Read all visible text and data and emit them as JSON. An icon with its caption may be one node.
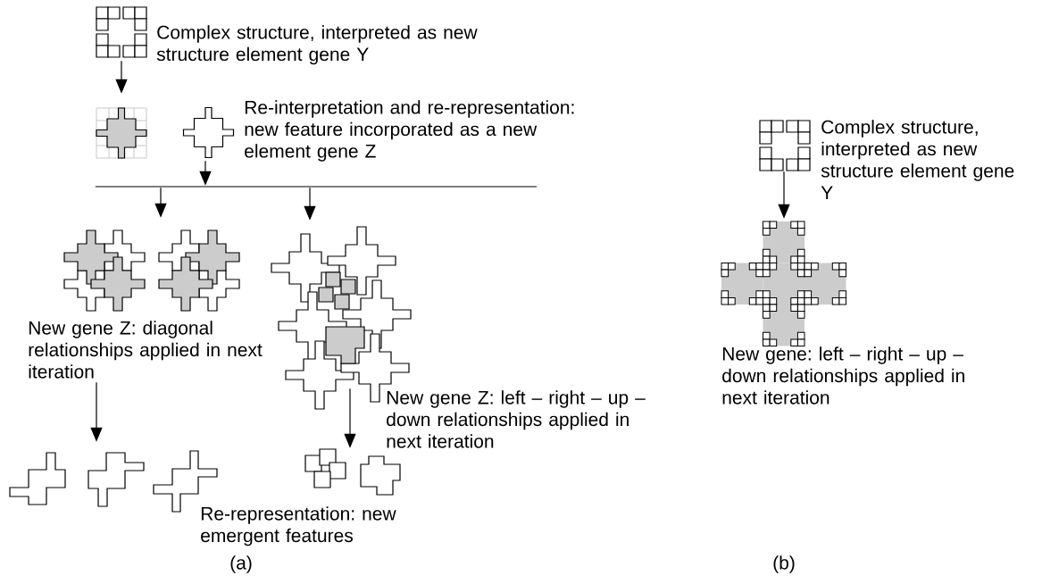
{
  "diagram": {
    "nodes": [
      {
        "text": [],
        "shape": "picture",
        "beside": [
          "Complex structure, interpreted as new structure element gene Y"
        ]
      },
      {
        "text": [],
        "shape": "picture"
      },
      {
        "text": [],
        "shape": "picture",
        "beside": [
          "Re-interpretation and re-representation: new feature incorporated as a new element gene Z"
        ]
      },
      {
        "text": [],
        "shape": "bar"
      },
      {
        "text": [],
        "shape": "picture",
        "beside": [
          "New gene Z: diagonal relationships applied in next iteration"
        ]
      },
      {
        "text": [],
        "shape": "picture",
        "beside": [
          "New gene Z: left – right – up – down relationships applied in next iteration"
        ]
      },
      {
        "text": [],
        "shape": "picture"
      },
      {
        "text": [],
        "shape": "picture"
      },
      {
        "text": [],
        "shape": "picture",
        "beside": [
          "Complex structure, interpreted as new structure element gene Y"
        ]
      },
      {
        "text": [],
        "shape": "picture",
        "beside": [
          "New gene: left – right – up – down relationships applied in next iteration"
        ]
      }
    ],
    "edges": [
      {
        "from": 0,
        "to": 1,
        "arrow": "to"
      },
      {
        "from": 2,
        "to": 3,
        "arrow": "to"
      },
      {
        "from": 3,
        "to": 4,
        "arrow": "to"
      },
      {
        "from": 3,
        "to": 5,
        "arrow": "to"
      },
      {
        "from": 4,
        "to": 6,
        "arrow": "to"
      },
      {
        "from": 5,
        "to": 7,
        "arrow": "to"
      },
      {
        "from": 8,
        "to": 9,
        "arrow": "to"
      }
    ],
    "labels": [
      "Re-representation: new emergent features",
      "(a)",
      "(b)"
    ]
  }
}
